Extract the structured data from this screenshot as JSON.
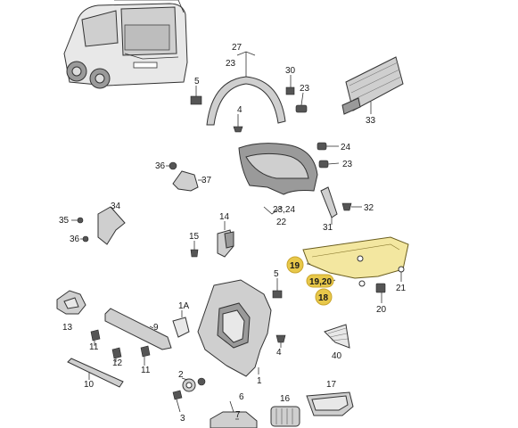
{
  "callouts": [
    {
      "id": "c27",
      "text": "27"
    },
    {
      "id": "c23a",
      "text": "23"
    },
    {
      "id": "c5a",
      "text": "5"
    },
    {
      "id": "c4a",
      "text": "4"
    },
    {
      "id": "c30",
      "text": "30"
    },
    {
      "id": "c23b",
      "text": "23"
    },
    {
      "id": "c33",
      "text": "33"
    },
    {
      "id": "c24a",
      "text": "24"
    },
    {
      "id": "c23c",
      "text": "23"
    },
    {
      "id": "c36a",
      "text": "36"
    },
    {
      "id": "c37",
      "text": "37"
    },
    {
      "id": "c2324",
      "text": "23,24"
    },
    {
      "id": "c22",
      "text": "22"
    },
    {
      "id": "c31",
      "text": "31"
    },
    {
      "id": "c32",
      "text": "32"
    },
    {
      "id": "c34",
      "text": "34"
    },
    {
      "id": "c35",
      "text": "35"
    },
    {
      "id": "c36b",
      "text": "36"
    },
    {
      "id": "c14",
      "text": "14"
    },
    {
      "id": "c15",
      "text": "15"
    },
    {
      "id": "c21",
      "text": "21"
    },
    {
      "id": "c5b",
      "text": "5"
    },
    {
      "id": "c20",
      "text": "20"
    },
    {
      "id": "c13",
      "text": "13"
    },
    {
      "id": "c1a",
      "text": "1A"
    },
    {
      "id": "c9",
      "text": "9"
    },
    {
      "id": "c11a",
      "text": "11"
    },
    {
      "id": "c12",
      "text": "12"
    },
    {
      "id": "c11b",
      "text": "11"
    },
    {
      "id": "c4b",
      "text": "4"
    },
    {
      "id": "c40",
      "text": "40"
    },
    {
      "id": "c10",
      "text": "10"
    },
    {
      "id": "c2",
      "text": "2"
    },
    {
      "id": "c1",
      "text": "1"
    },
    {
      "id": "c3",
      "text": "3"
    },
    {
      "id": "c6",
      "text": "6"
    },
    {
      "id": "c7",
      "text": "7"
    },
    {
      "id": "c16",
      "text": "16"
    },
    {
      "id": "c17",
      "text": "17"
    }
  ],
  "highlighted": [
    {
      "id": "h19",
      "text": "19"
    },
    {
      "id": "h1920",
      "text": "19,20"
    },
    {
      "id": "h18",
      "text": "18"
    }
  ],
  "colors": {
    "highlight_fill": "#f3e7a0",
    "marker": "#e8c84a"
  }
}
